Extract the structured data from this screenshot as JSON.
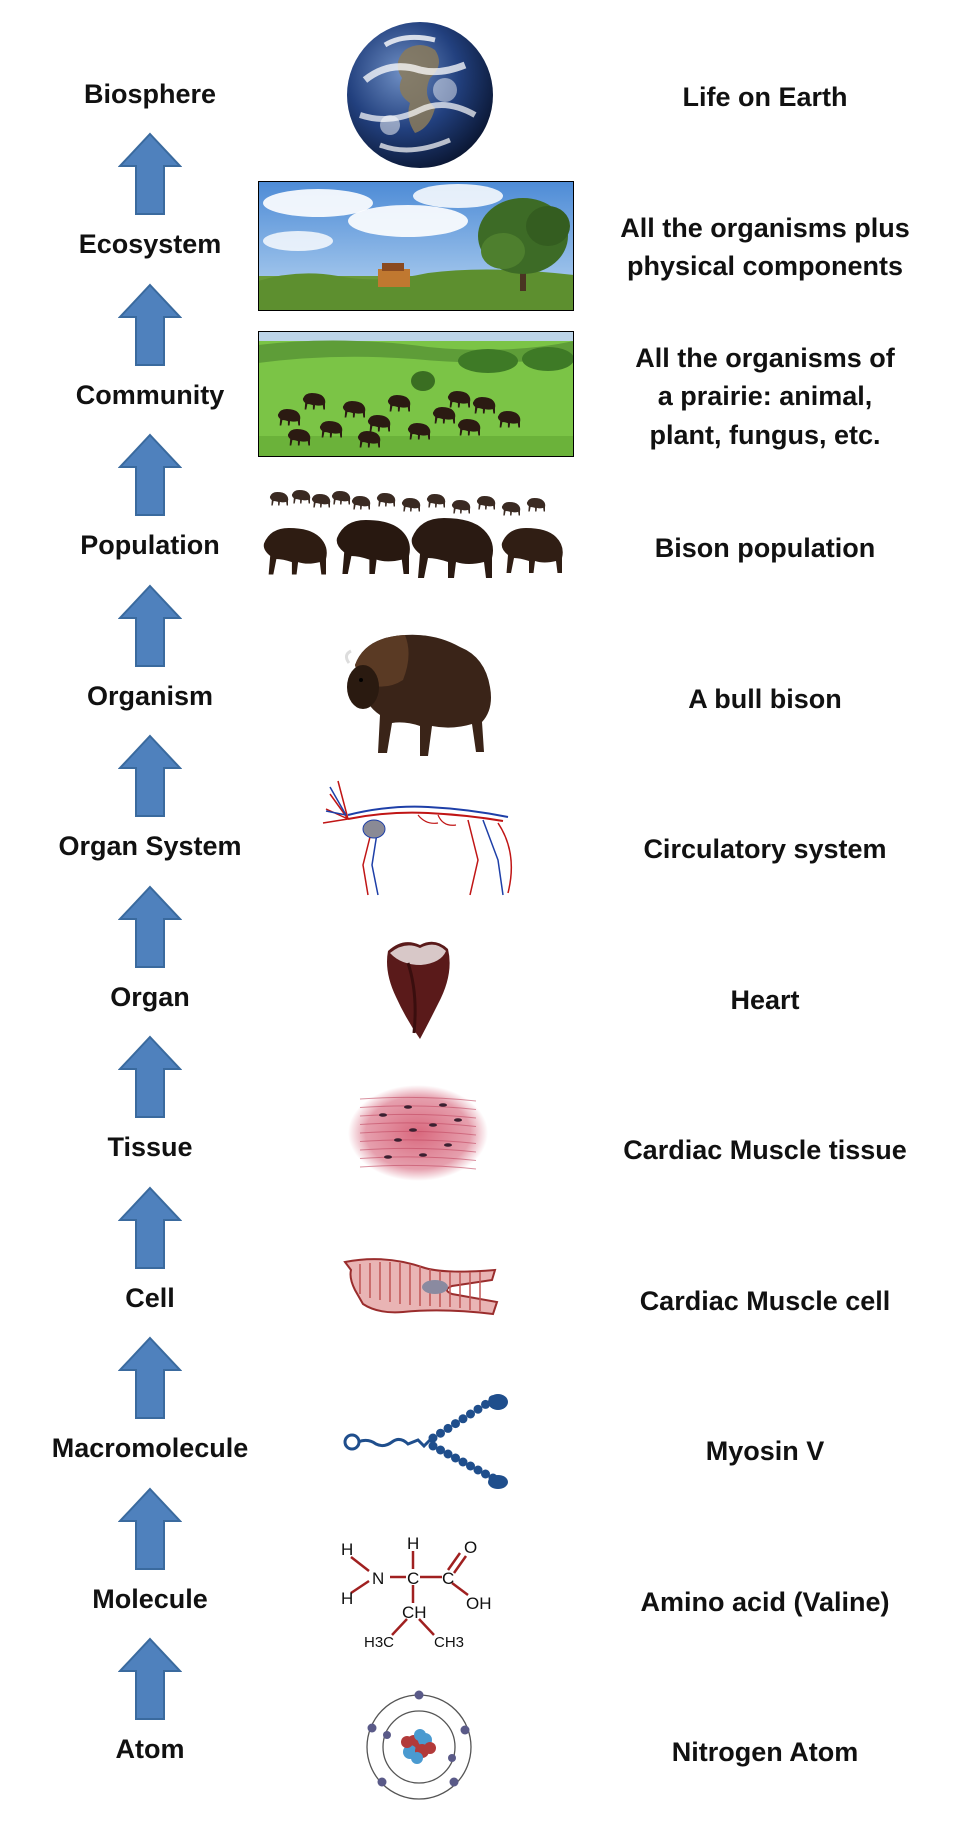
{
  "levels": [
    {
      "name": "Biosphere",
      "desc": [
        "Life on Earth"
      ]
    },
    {
      "name": "Ecosystem",
      "desc": [
        "All the organisms plus",
        "physical components"
      ]
    },
    {
      "name": "Community",
      "desc": [
        "All the organisms of",
        "a prairie: animal,",
        "plant, fungus, etc."
      ]
    },
    {
      "name": "Population",
      "desc": [
        "Bison population"
      ]
    },
    {
      "name": "Organism",
      "desc": [
        "A bull bison"
      ]
    },
    {
      "name": "Organ System",
      "desc": [
        "Circulatory system"
      ]
    },
    {
      "name": "Organ",
      "desc": [
        "Heart"
      ]
    },
    {
      "name": "Tissue",
      "desc": [
        "Cardiac Muscle tissue"
      ]
    },
    {
      "name": "Cell",
      "desc": [
        "Cardiac Muscle cell"
      ]
    },
    {
      "name": "Macromolecule",
      "desc": [
        "Myosin V"
      ]
    },
    {
      "name": "Molecule",
      "desc": [
        "Amino acid (Valine)"
      ]
    },
    {
      "name": "Atom",
      "desc": [
        "Nitrogen Atom"
      ]
    }
  ],
  "molecule_labels": {
    "h1": "H",
    "h2": "H",
    "n": "N",
    "c1": "C",
    "c2": "C",
    "o": "O",
    "oh": "OH",
    "h3": "H",
    "ch": "CH",
    "ch3a": "H3C",
    "ch3b": "CH3"
  },
  "colors": {
    "arrow_fill": "#4f81bd",
    "arrow_stroke": "#3a6a9e",
    "vein": "#1e3fa8",
    "artery": "#c01515"
  }
}
